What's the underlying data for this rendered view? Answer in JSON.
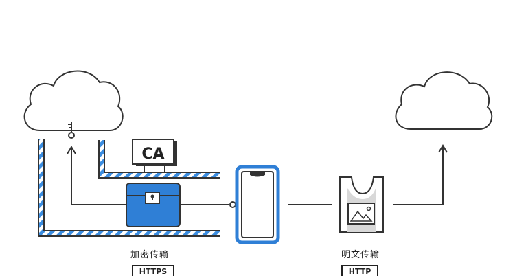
{
  "diagram": {
    "ca_box": {
      "text": "CA"
    },
    "left_label": "加密传输",
    "right_label": "明文传输",
    "left_badge": "HTTPS",
    "right_badge": "HTTP",
    "icons": {
      "left_cloud": "cloud-icon",
      "right_cloud": "cloud-icon",
      "encrypted_chest": "locked-chest-icon",
      "phone": "smartphone-icon",
      "open_bag": "open-bag-icon",
      "key_left": "key-icon",
      "key_phone": "key-icon"
    },
    "colors": {
      "stroke": "#333333",
      "accent_blue": "#2f7fd6",
      "pipe_stripe": "#3b8de0"
    }
  }
}
